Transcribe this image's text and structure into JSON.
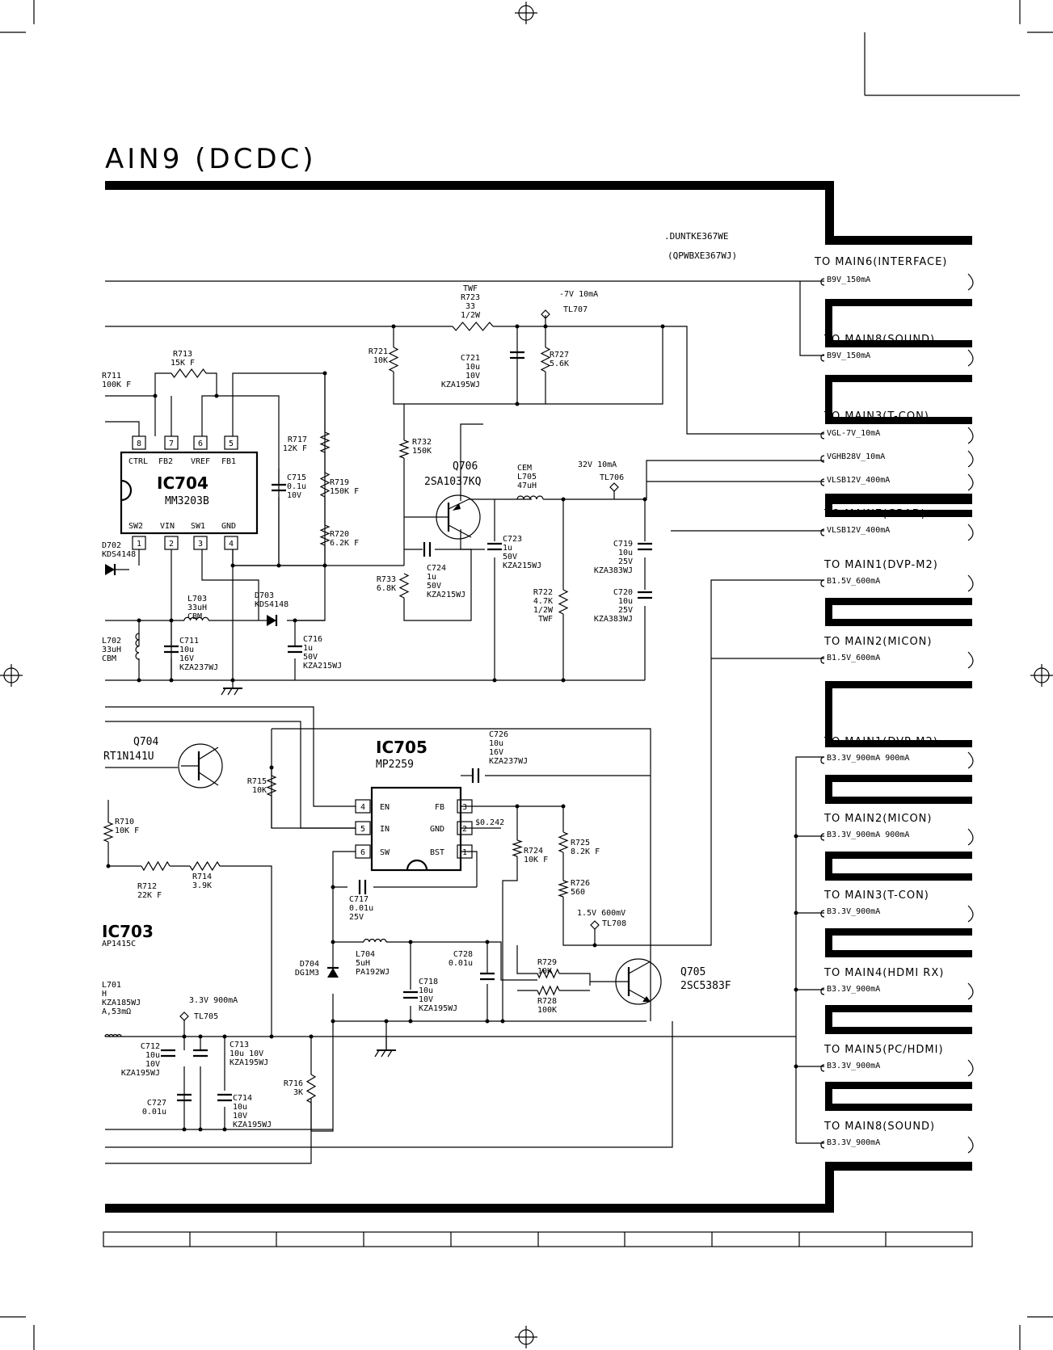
{
  "title": "AIN9 (DCDC)",
  "board": {
    "part_no": ".DUNTKE367WE",
    "pwb_no": "(QPWBXE367WJ)"
  },
  "connectors": [
    {
      "dest": "TO MAIN6(INTERFACE)",
      "signals": [
        "B9V_150mA"
      ]
    },
    {
      "dest": "TO MAIN8(SOUND)",
      "signals": [
        "B9V_150mA"
      ]
    },
    {
      "dest": "TO MAIN3(T-CON)",
      "signals": [
        "VGL-7V_10mA",
        "VGHB28V_10mA",
        "VLSB12V_400mA"
      ]
    },
    {
      "dest": "TO MAIN7(GRAD)",
      "signals": [
        "VLSB12V_400mA"
      ]
    },
    {
      "dest": "TO MAIN1(DVP-M2)",
      "signals": [
        "B1.5V_600mA"
      ]
    },
    {
      "dest": "TO MAIN2(MICON)",
      "signals": [
        "B1.5V_600mA"
      ]
    },
    {
      "dest": "TO MAIN1(DVP-M2)",
      "signals": [
        "B3.3V_900mA 900mA"
      ]
    },
    {
      "dest": "TO MAIN2(MICON)",
      "signals": [
        "B3.3V_900mA 900mA"
      ]
    },
    {
      "dest": "TO MAIN3(T-CON)",
      "signals": [
        "B3.3V_900mA"
      ]
    },
    {
      "dest": "TO MAIN4(HDMI RX)",
      "signals": [
        "B3.3V_900mA"
      ]
    },
    {
      "dest": "TO MAIN5(PC/HDMI)",
      "signals": [
        "B3.3V_900mA"
      ]
    },
    {
      "dest": "TO MAIN8(SOUND)",
      "signals": [
        "B3.3V_900mA"
      ]
    }
  ],
  "ic704": {
    "ref": "IC704",
    "model": "MM3203B",
    "pins_top": [
      {
        "num": "8",
        "name": "CTRL"
      },
      {
        "num": "7",
        "name": "FB2"
      },
      {
        "num": "6",
        "name": "VREF"
      },
      {
        "num": "5",
        "name": "FB1"
      }
    ],
    "pins_bottom": [
      {
        "num": "1",
        "name": "SW2"
      },
      {
        "num": "2",
        "name": "VIN"
      },
      {
        "num": "3",
        "name": "SW1"
      },
      {
        "num": "4",
        "name": "GND"
      }
    ]
  },
  "ic705": {
    "ref": "IC705",
    "model": "MP2259",
    "pins_left": [
      {
        "num": "4",
        "name": "EN"
      },
      {
        "num": "5",
        "name": "IN"
      },
      {
        "num": "6",
        "name": "SW"
      }
    ],
    "pins_right": [
      {
        "num": "3",
        "name": "FB"
      },
      {
        "num": "2",
        "name": "GND"
      },
      {
        "num": "1",
        "name": "BST"
      }
    ]
  },
  "transistors": {
    "q706": {
      "ref": "Q706",
      "part": "2SA1037KQ"
    },
    "q705": {
      "ref": "Q705",
      "part": "2SC5383F"
    },
    "q704": {
      "ref": "Q704",
      "part": "RT1N141U"
    }
  },
  "test_points": {
    "tl707": {
      "ref": "TL707",
      "value": "-7V 10mA"
    },
    "tl706": {
      "ref": "TL706",
      "value": "32V 10mA"
    },
    "tl708": {
      "ref": "TL708",
      "value": "1.5V 600mV"
    },
    "tl705": {
      "ref": "TL705",
      "value": "3.3V 900mA"
    }
  },
  "components": {
    "r723": [
      "TWF",
      "R723",
      "33",
      "1/2W"
    ],
    "c721": [
      "C721",
      "10u",
      "10V",
      "KZA195WJ"
    ],
    "r727": [
      "R727",
      "5.6K"
    ],
    "r721": [
      "R721",
      "10K"
    ],
    "r713": [
      "R713",
      "15K F"
    ],
    "r711": [
      "R711",
      "100K F"
    ],
    "r717": [
      "R717",
      "12K F"
    ],
    "c715": [
      "C715",
      "0.1u",
      "10V"
    ],
    "r719": [
      "R719",
      "150K F"
    ],
    "r720": [
      "R720",
      "6.2K F"
    ],
    "r732": [
      "R732",
      "150K"
    ],
    "l705": [
      "CEM",
      "L705",
      "47uH"
    ],
    "c723": [
      "C723",
      "1u",
      "50V",
      "KZA215WJ"
    ],
    "c724": [
      "C724",
      "1u",
      "50V",
      "KZA215WJ"
    ],
    "r733": [
      "R733",
      "6.8K"
    ],
    "c719": [
      "C719",
      "10u",
      "25V",
      "KZA383WJ"
    ],
    "c720": [
      "C720",
      "10u",
      "25V",
      "KZA383WJ"
    ],
    "r722": [
      "R722",
      "4.7K",
      "1/2W",
      "TWF"
    ],
    "d702": [
      "D702",
      "KDS4148"
    ],
    "l703": [
      "L703",
      "33uH",
      "CBM"
    ],
    "d703": [
      "D703",
      "KDS4148"
    ],
    "l702": [
      "L702",
      "33uH",
      "CBM"
    ],
    "c711": [
      "C711",
      "10u",
      "16V",
      "KZA237WJ"
    ],
    "c716": [
      "C716",
      "1u",
      "50V",
      "KZA215WJ"
    ],
    "r715": [
      "R715",
      "10K"
    ],
    "r710": [
      "R710",
      "10K F"
    ],
    "r712": [
      "R712",
      "22K F"
    ],
    "r714": [
      "R714",
      "3.9K"
    ],
    "c726": [
      "C726",
      "10u",
      "16V",
      "KZA237WJ"
    ],
    "r724": [
      "R724",
      "10K F"
    ],
    "r725": [
      "R725",
      "8.2K F"
    ],
    "r726": [
      "R726",
      "560"
    ],
    "c717": [
      "C717",
      "0.01u",
      "25V"
    ],
    "d704": [
      "D704",
      "DG1M3"
    ],
    "l704": [
      "L704",
      "5uH",
      "PA192WJ"
    ],
    "c718": [
      "C718",
      "10u",
      "10V",
      "KZA195WJ"
    ],
    "c728": [
      "C728",
      "0.01u"
    ],
    "r729": [
      "R729",
      "10K"
    ],
    "r728": [
      "R728",
      "100K"
    ],
    "ic703": [
      "IC703",
      "AP1415C"
    ],
    "l701": [
      "L701",
      "H",
      "KZA185WJ",
      "A,53mΩ"
    ],
    "c712": [
      "C712",
      "10u",
      "10V",
      "KZA195WJ"
    ],
    "c727": [
      "C727",
      "0.01u"
    ],
    "c713": [
      "C713",
      "10u 10V",
      "KZA195WJ"
    ],
    "c714": [
      "C714",
      "10u",
      "10V",
      "KZA195WJ"
    ],
    "r716": [
      "R716",
      "3K"
    ]
  },
  "misc": {
    "ic705_gnd_voltage": "$0.242"
  }
}
